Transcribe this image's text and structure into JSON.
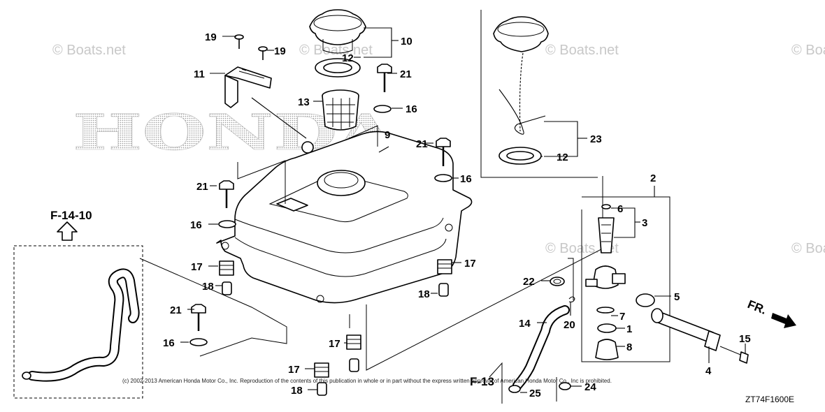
{
  "watermark": "© Boats.net",
  "brand_text": "HONDA",
  "copyright": "(c) 2002-2013 American Honda Motor Co., Inc. Reproduction of the contents of this publication in whole or in part without the express written approval of American Honda Motor Co., Inc is prohibited.",
  "diagram_code": "ZT74F1600E",
  "ref_labels": {
    "f14": "F-14-10",
    "f13": "F-13",
    "front": "FR."
  },
  "labels": {
    "l1": "1",
    "l2": "2",
    "l3": "3",
    "l4": "4",
    "l5": "5",
    "l6": "6",
    "l7": "7",
    "l8": "8",
    "l9": "9",
    "l10": "10",
    "l11": "11",
    "l12a": "12",
    "l12b": "12",
    "l13": "13",
    "l14": "14",
    "l15": "15",
    "l16a": "16",
    "l16b": "16",
    "l16c": "16",
    "l16d": "16",
    "l17a": "17",
    "l17b": "17",
    "l17c": "17",
    "l17d": "17",
    "l18a": "18",
    "l18b": "18",
    "l18c": "18",
    "l19a": "19",
    "l19b": "19",
    "l20": "20",
    "l21a": "21",
    "l21b": "21",
    "l21c": "21",
    "l21d": "21",
    "l22": "22",
    "l23": "23",
    "l24": "24",
    "l25": "25"
  }
}
